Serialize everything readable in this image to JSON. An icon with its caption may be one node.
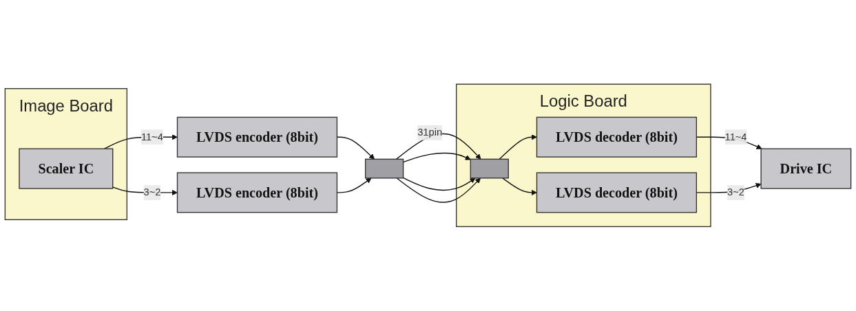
{
  "diagram": {
    "nodes": [
      {
        "text": [
          "Image Board"
        ]
      },
      {
        "text": [
          "Scaler IC"
        ],
        "in": 0
      },
      {
        "text": [
          "LVDS encoder (8bit)"
        ]
      },
      {
        "text": [
          "LVDS encoder (8bit)"
        ]
      },
      {
        "text": [],
        "shape": "bar"
      },
      {
        "text": [
          "Logic Board"
        ]
      },
      {
        "text": [],
        "shape": "bar",
        "in": 5
      },
      {
        "text": [
          "LVDS decoder (8bit)"
        ],
        "in": 5
      },
      {
        "text": [
          "LVDS decoder (8bit)"
        ],
        "in": 5
      },
      {
        "text": [
          "Drive IC"
        ]
      }
    ],
    "edges": [
      {
        "from": 1,
        "to": 2,
        "label": "11~4",
        "arrow": "to"
      },
      {
        "from": 1,
        "to": 3,
        "label": "3~2",
        "arrow": "to"
      },
      {
        "from": 2,
        "to": 4,
        "arrow": "to"
      },
      {
        "from": 3,
        "to": 4,
        "arrow": "to"
      },
      {
        "from": 4,
        "to": 6,
        "label": "31pin",
        "arrow": "to"
      },
      {
        "from": 4,
        "to": 6,
        "arrow": "to"
      },
      {
        "from": 4,
        "to": 6,
        "arrow": "to"
      },
      {
        "from": 4,
        "to": 6,
        "arrow": "to"
      },
      {
        "from": 6,
        "to": 7,
        "arrow": "to"
      },
      {
        "from": 6,
        "to": 8,
        "arrow": "to"
      },
      {
        "from": 7,
        "to": 9,
        "label": "11~4",
        "arrow": "to"
      },
      {
        "from": 8,
        "to": 9,
        "label": "3~2",
        "arrow": "to"
      }
    ]
  }
}
